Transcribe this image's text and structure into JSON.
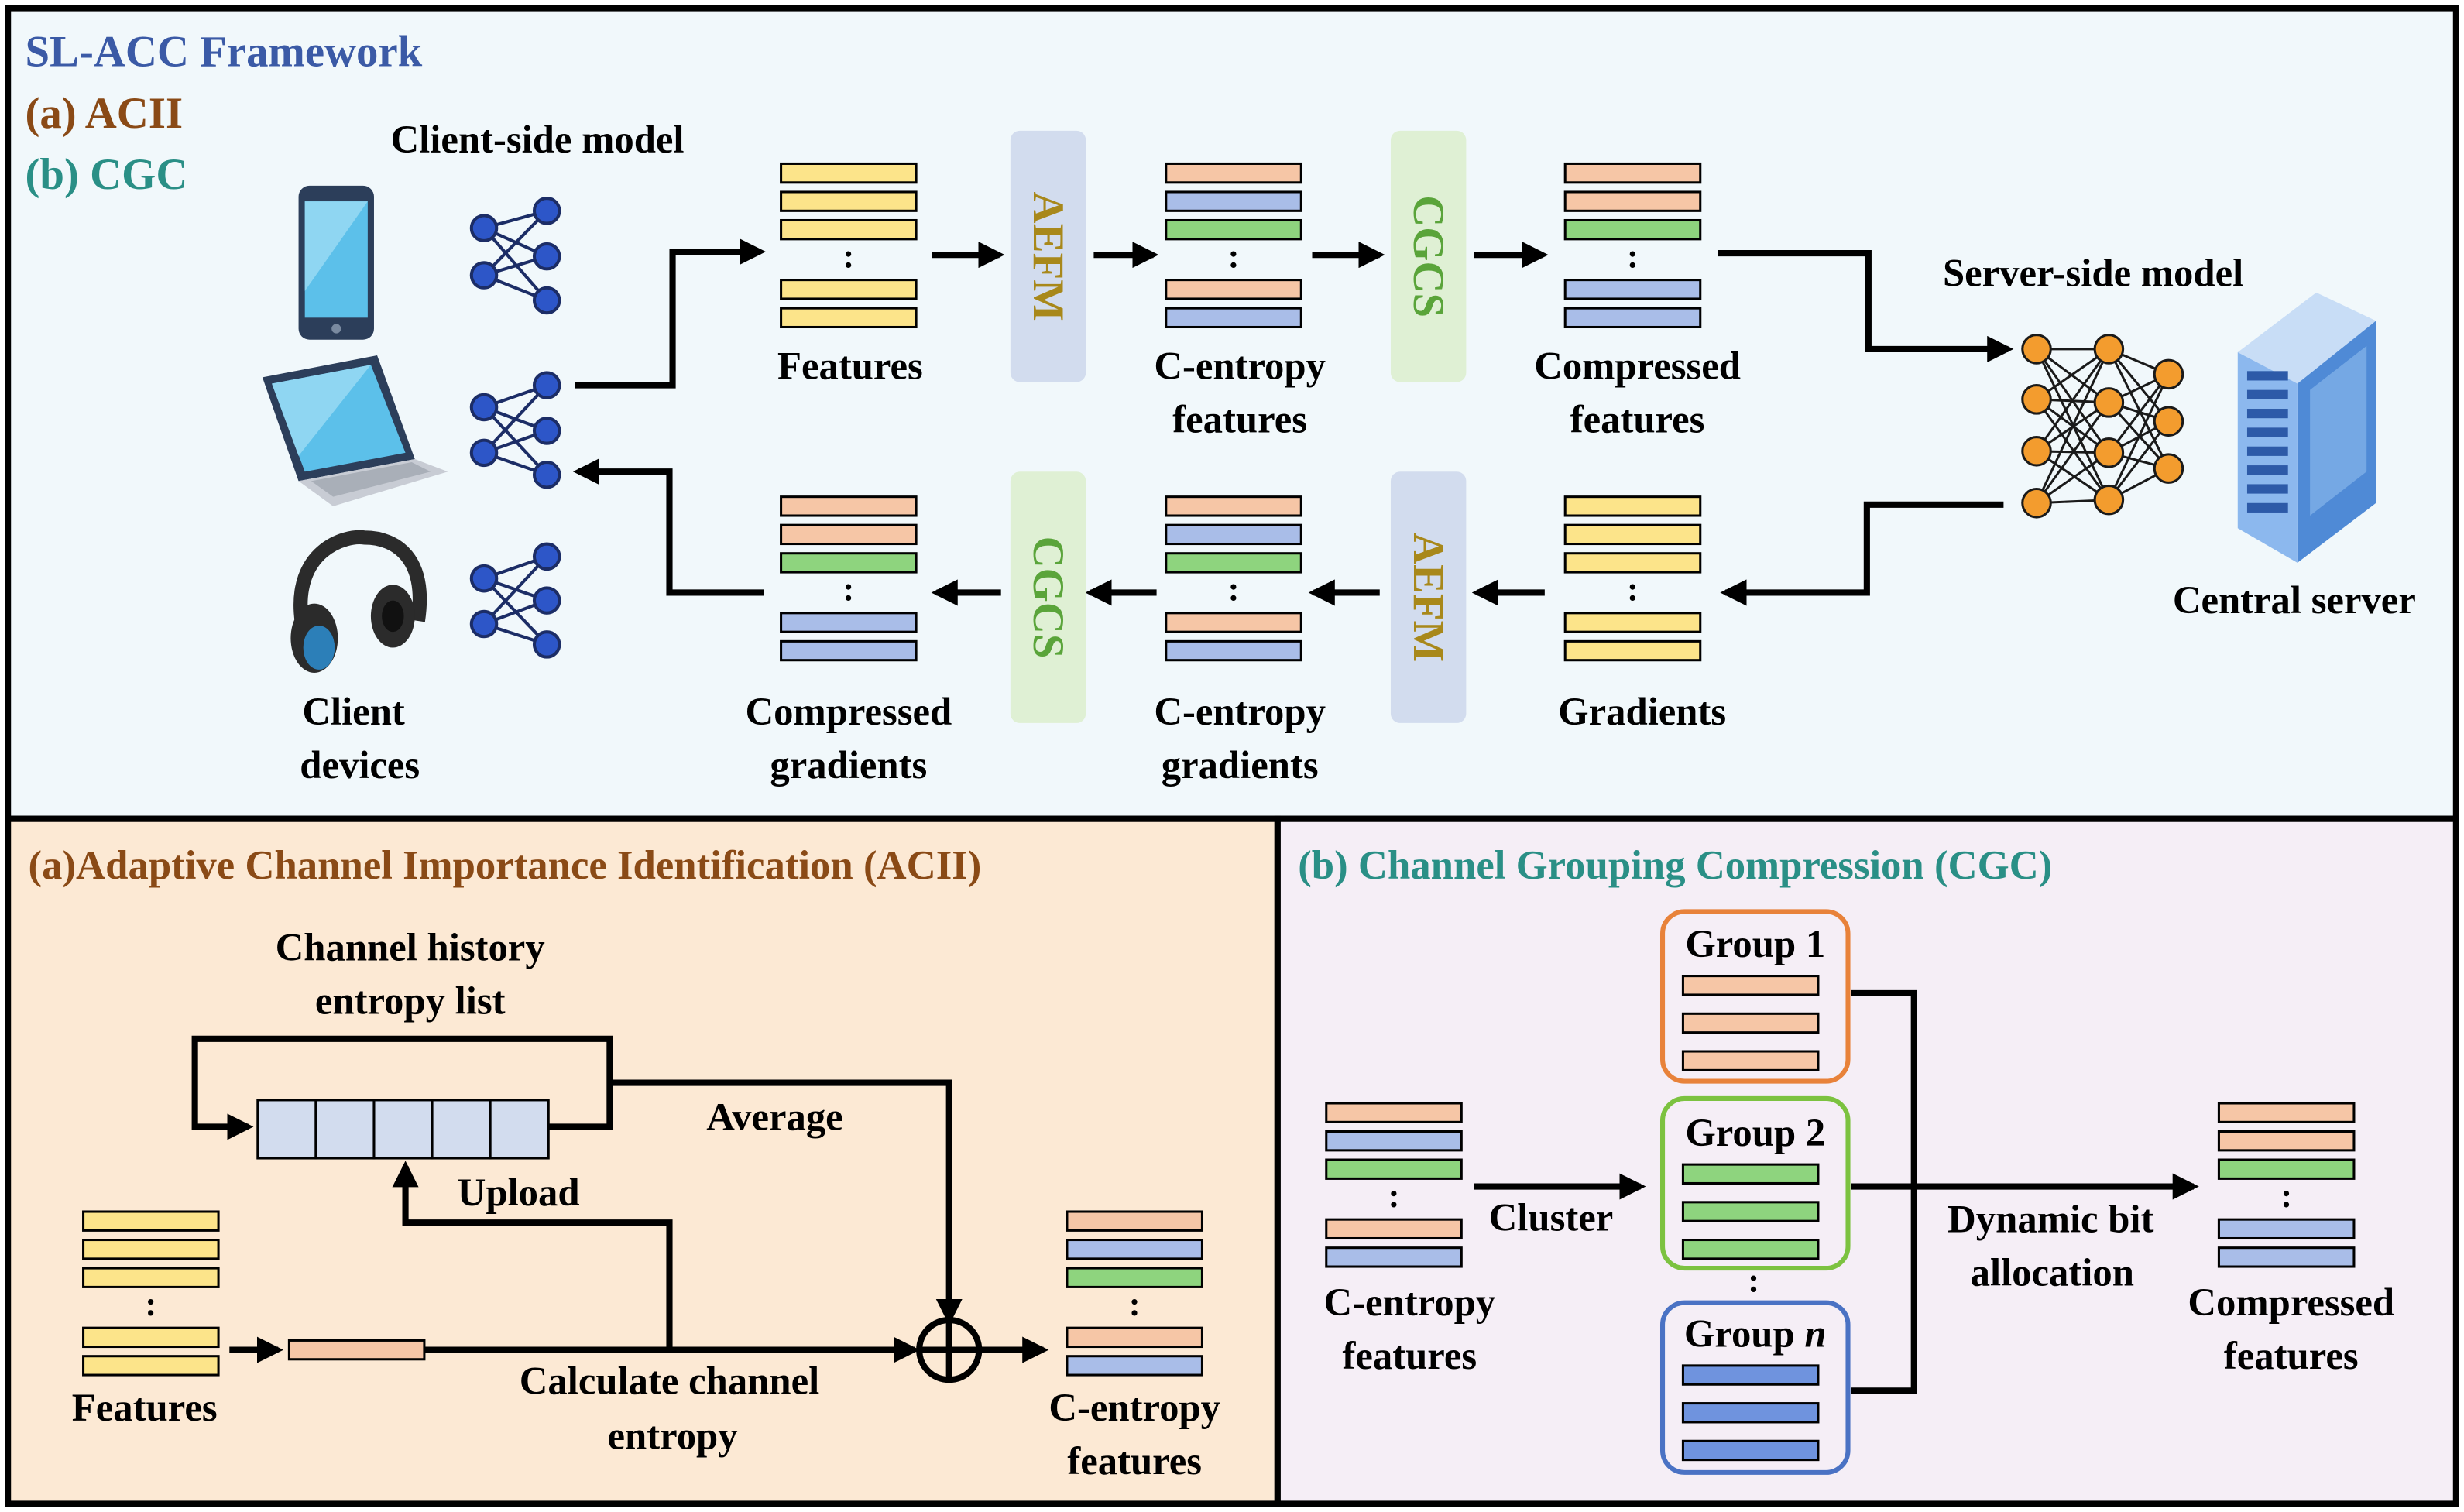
{
  "colors": {
    "top_bg": "#f1f8fb",
    "acii_bg": "#fce9d4",
    "cgc_bg": "#f5eef6",
    "title_blue": "#3b5aa6",
    "acii_brown": "#8a4a16",
    "cgc_teal": "#2a8f86",
    "bar_yellow": "#fce48a",
    "bar_orange": "#f6c6a6",
    "bar_blue": "#a9bde8",
    "bar_green": "#8ed47e",
    "aefm_box": "#d2dcee",
    "aefm_text": "#a8881a",
    "cgcs_box": "#dff0d4",
    "cgcs_text": "#5aa43a",
    "node_blue": "#2d56c8",
    "node_orange": "#f39c2e",
    "group1": "#e8823a",
    "group2": "#7cc240",
    "groupn": "#4a72c4"
  },
  "top": {
    "title": "SL-ACC Framework",
    "legend_a": "(a) ACII",
    "legend_b": "(b) CGC",
    "client_model": "Client-side model",
    "client_devices": [
      "Client",
      "devices"
    ],
    "server_model": "Server-side model",
    "central_server": "Central server",
    "features": "Features",
    "centropy_features": [
      "C-entropy",
      "features"
    ],
    "compressed_features": [
      "Compressed",
      "features"
    ],
    "gradients": "Gradients",
    "centropy_gradients": [
      "C-entropy",
      "gradients"
    ],
    "compressed_gradients": [
      "Compressed",
      "gradients"
    ],
    "aefm": "AEFM",
    "cgcs": "CGCS",
    "dots": ":"
  },
  "acii": {
    "title": "(a)Adaptive Channel Importance Identification (ACII)",
    "history": [
      "Channel history",
      "entropy list"
    ],
    "average": "Average",
    "upload": "Upload",
    "features": "Features",
    "calc": [
      "Calculate channel",
      "entropy"
    ],
    "output": [
      "C-entropy",
      "features"
    ]
  },
  "cgc": {
    "title": "(b) Channel Grouping Compression (CGC)",
    "input": [
      "C-entropy",
      "features"
    ],
    "cluster": "Cluster",
    "group1": "Group 1",
    "group2": "Group 2",
    "groupn": "Group n",
    "dba": [
      "Dynamic bit",
      "allocation"
    ],
    "output": [
      "Compressed",
      "features"
    ]
  }
}
